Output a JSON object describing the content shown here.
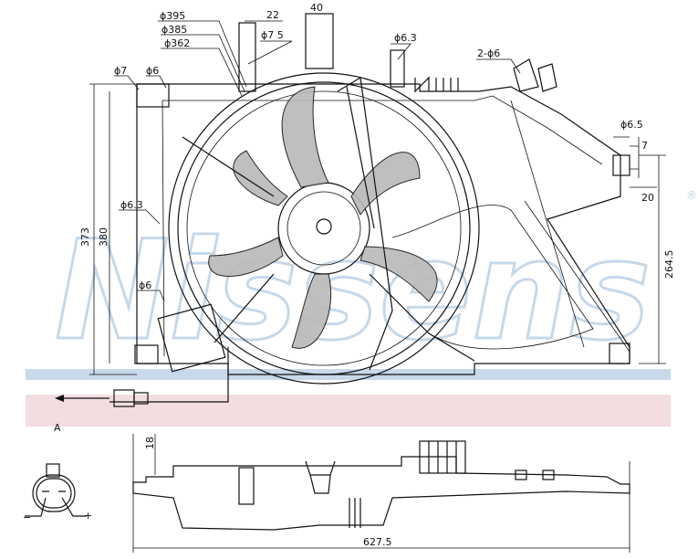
{
  "watermark": {
    "text": "Nissens",
    "mark": "®"
  },
  "colors": {
    "band_pink": "#f3dde1",
    "band_blue": "#c7d9ea",
    "watermark": "#b9cfe4",
    "line": "#111111"
  },
  "labels": {
    "d395": "ϕ395",
    "d385": "ϕ385",
    "d362": "ϕ362",
    "w22": "22",
    "d75": "ϕ7 5",
    "w40": "40",
    "d63_top": "ϕ6.3",
    "two_d6": "2-ϕ6",
    "d7": "ϕ7",
    "d6_top": "ϕ6",
    "d65": "ϕ6.5",
    "h7": "7",
    "w20": "20",
    "h2645": "264.5",
    "h373": "373",
    "h380": "380",
    "d63_left": "ϕ6.3",
    "d6_left": "ϕ6",
    "view_a": "A",
    "h18": "18",
    "w6275": "627.5",
    "minus": "−",
    "plus": "+"
  }
}
